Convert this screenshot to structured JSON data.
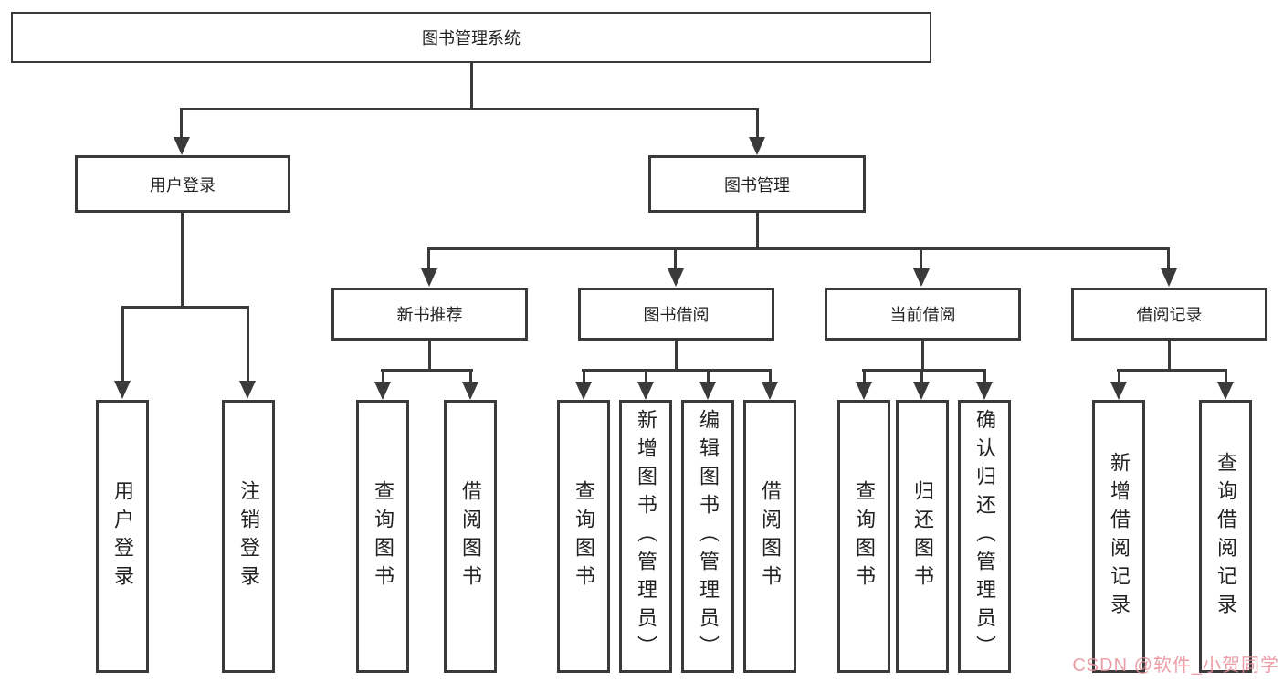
{
  "colors": {
    "line": "#3a3a3a",
    "text": "#222222",
    "background": "#ffffff",
    "watermark": "#e78e98"
  },
  "watermark": {
    "text": "CSDN @软件_小贺同学"
  },
  "diagram": {
    "type": "hierarchy-tree",
    "root": {
      "label": "图书管理系统"
    },
    "branches": [
      {
        "label": "用户登录",
        "children": [
          "用户登录",
          "注销登录"
        ]
      },
      {
        "label": "图书管理",
        "sections": [
          {
            "label": "新书推荐",
            "children": [
              "查询图书",
              "借阅图书"
            ]
          },
          {
            "label": "图书借阅",
            "children": [
              "查询图书",
              "新增图书（管理员）",
              "编辑图书（管理员）",
              "借阅图书"
            ]
          },
          {
            "label": "当前借阅",
            "children": [
              "查询图书",
              "归还图书",
              "确认归还（管理员）"
            ]
          },
          {
            "label": "借阅记录",
            "children": [
              "新增借阅记录",
              "查询借阅记录"
            ]
          }
        ]
      }
    ]
  }
}
